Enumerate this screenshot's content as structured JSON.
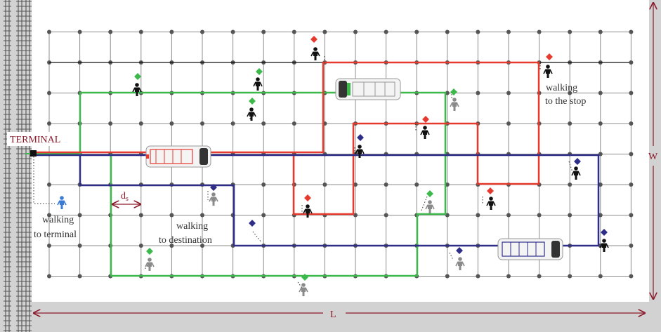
{
  "labels": {
    "terminal": "TERMINAL",
    "walking_to_terminal": [
      "walking",
      "to terminal"
    ],
    "walking_to_destination": [
      "walking",
      "to destination"
    ],
    "walking_to_stop": [
      "walking",
      "to the stop"
    ],
    "ds_main": "d",
    "ds_sub": "s",
    "width_label": "W",
    "length_label": "L"
  },
  "colors": {
    "red_route": "#e63a2e",
    "green_route": "#3db84a",
    "blue_route": "#2e2d88",
    "grid": "#8c8c8c",
    "node": "#555555",
    "dimension": "#8b1a2b",
    "waiting_passenger": "#111111",
    "walking_passenger": "#8a8a8a",
    "terminal_passenger": "#3a7bd5"
  },
  "icons": {
    "passenger": "person-icon",
    "minibus": "minibus-icon",
    "stop_marker": "diamond-icon"
  }
}
